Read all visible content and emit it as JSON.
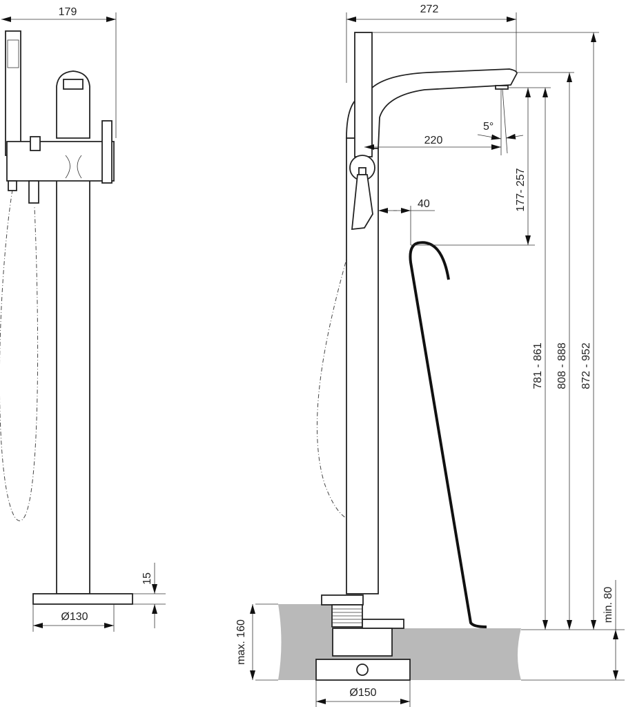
{
  "drawing": {
    "side_view": {
      "width_dim": "179",
      "base_height_dim": "15",
      "base_diameter_dim": "Ø130"
    },
    "front_view": {
      "width_dim": "272",
      "spout_angle_dim": "5°",
      "spout_reach_dim": "220",
      "spout_height_range_dim": "177- 257",
      "clearance_dim": "40",
      "height_range_1": "781 - 861",
      "height_range_2": "808 - 888",
      "height_range_3": "872 - 952",
      "floor_max_dim": "max. 160",
      "floor_min_dim": "min. 80",
      "base_diameter_dim": "Ø150"
    },
    "colors": {
      "floor": "#b9b9b9",
      "line": "#222222"
    }
  }
}
